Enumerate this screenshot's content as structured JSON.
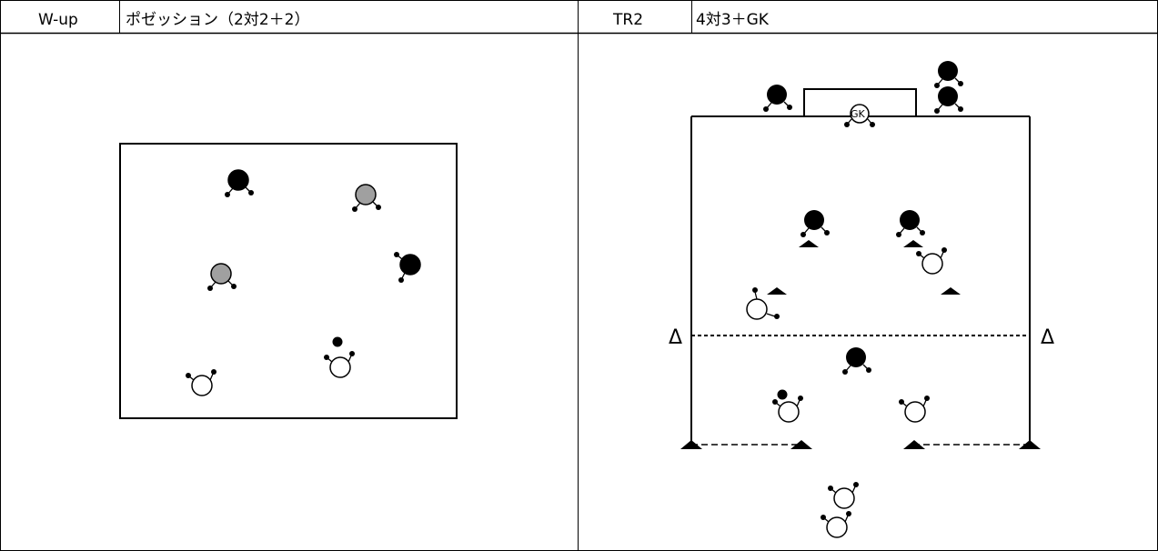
{
  "left_panel": {
    "tag": "W-up",
    "title": "ポゼッション（2対2＋2）"
  },
  "right_panel": {
    "tag": "TR2",
    "title": "4対3＋GK",
    "goalkeeper_label": "GK",
    "flag_marker": "Δ"
  },
  "colors": {
    "team_black": "#000000",
    "team_white": "#ffffff",
    "neutral_gray": "#a0a0a0"
  }
}
